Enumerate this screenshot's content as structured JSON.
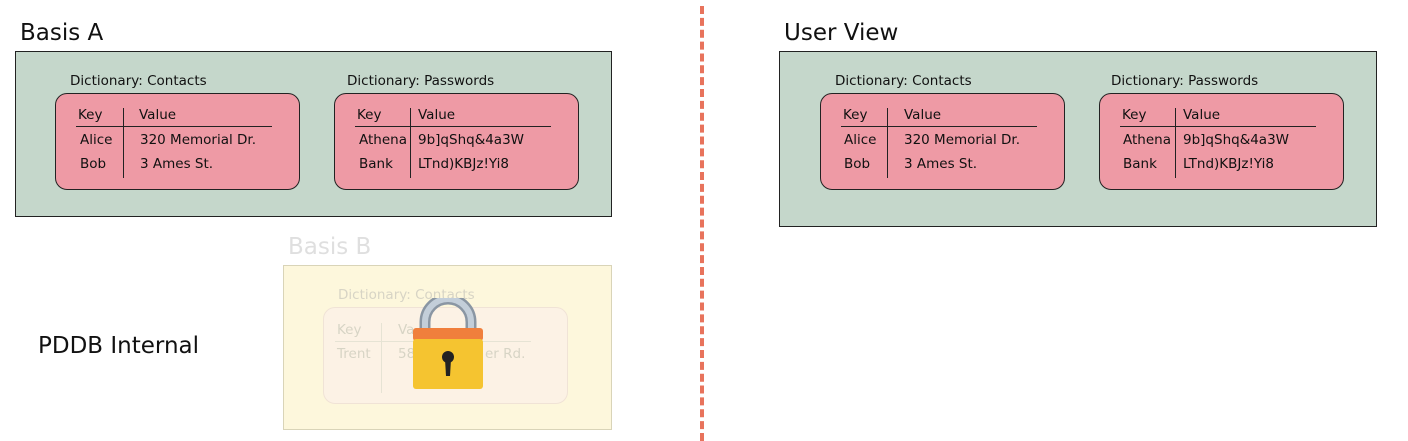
{
  "basis_a": {
    "title": "Basis A",
    "dicts": [
      {
        "label": "Dictionary: Contacts",
        "col_key": "Key",
        "col_value": "Value",
        "rows": [
          {
            "key": "Alice",
            "value": "320 Memorial Dr."
          },
          {
            "key": "Bob",
            "value": "3 Ames St."
          }
        ]
      },
      {
        "label": "Dictionary: Passwords",
        "col_key": "Key",
        "col_value": "Value",
        "rows": [
          {
            "key": "Athena",
            "value": "9b]qShq&4a3W"
          },
          {
            "key": "Bank",
            "value": "LTnd)KBJz!Yi8"
          }
        ]
      }
    ]
  },
  "user_view": {
    "title": "User View",
    "dicts": [
      {
        "label": "Dictionary: Contacts",
        "col_key": "Key",
        "col_value": "Value",
        "rows": [
          {
            "key": "Alice",
            "value": "320 Memorial Dr."
          },
          {
            "key": "Bob",
            "value": "3 Ames St."
          }
        ]
      },
      {
        "label": "Dictionary: Passwords",
        "col_key": "Key",
        "col_value": "Value",
        "rows": [
          {
            "key": "Athena",
            "value": "9b]qShq&4a3W"
          },
          {
            "key": "Bank",
            "value": "LTnd)KBJz!Yi8"
          }
        ]
      }
    ]
  },
  "basis_b": {
    "title": "Basis B",
    "dict_label": "Dictionary: Contacts",
    "col_key": "Key",
    "col_value_partial": "Va",
    "row_key": "Trent",
    "row_value_partial_left": "58",
    "row_value_partial_right": "er Rd."
  },
  "pddb_label": "PDDB Internal",
  "colors": {
    "basis_bg": "#c5d7cb",
    "dict_bg": "#ee9aa5",
    "divider": "#e8735c",
    "basis_b_bg": "#fdf7dc",
    "lock_body": "#f5c430",
    "lock_top": "#f07f3c",
    "lock_shackle": "#b8c3cf"
  },
  "icons": [
    "padlock-icon"
  ]
}
